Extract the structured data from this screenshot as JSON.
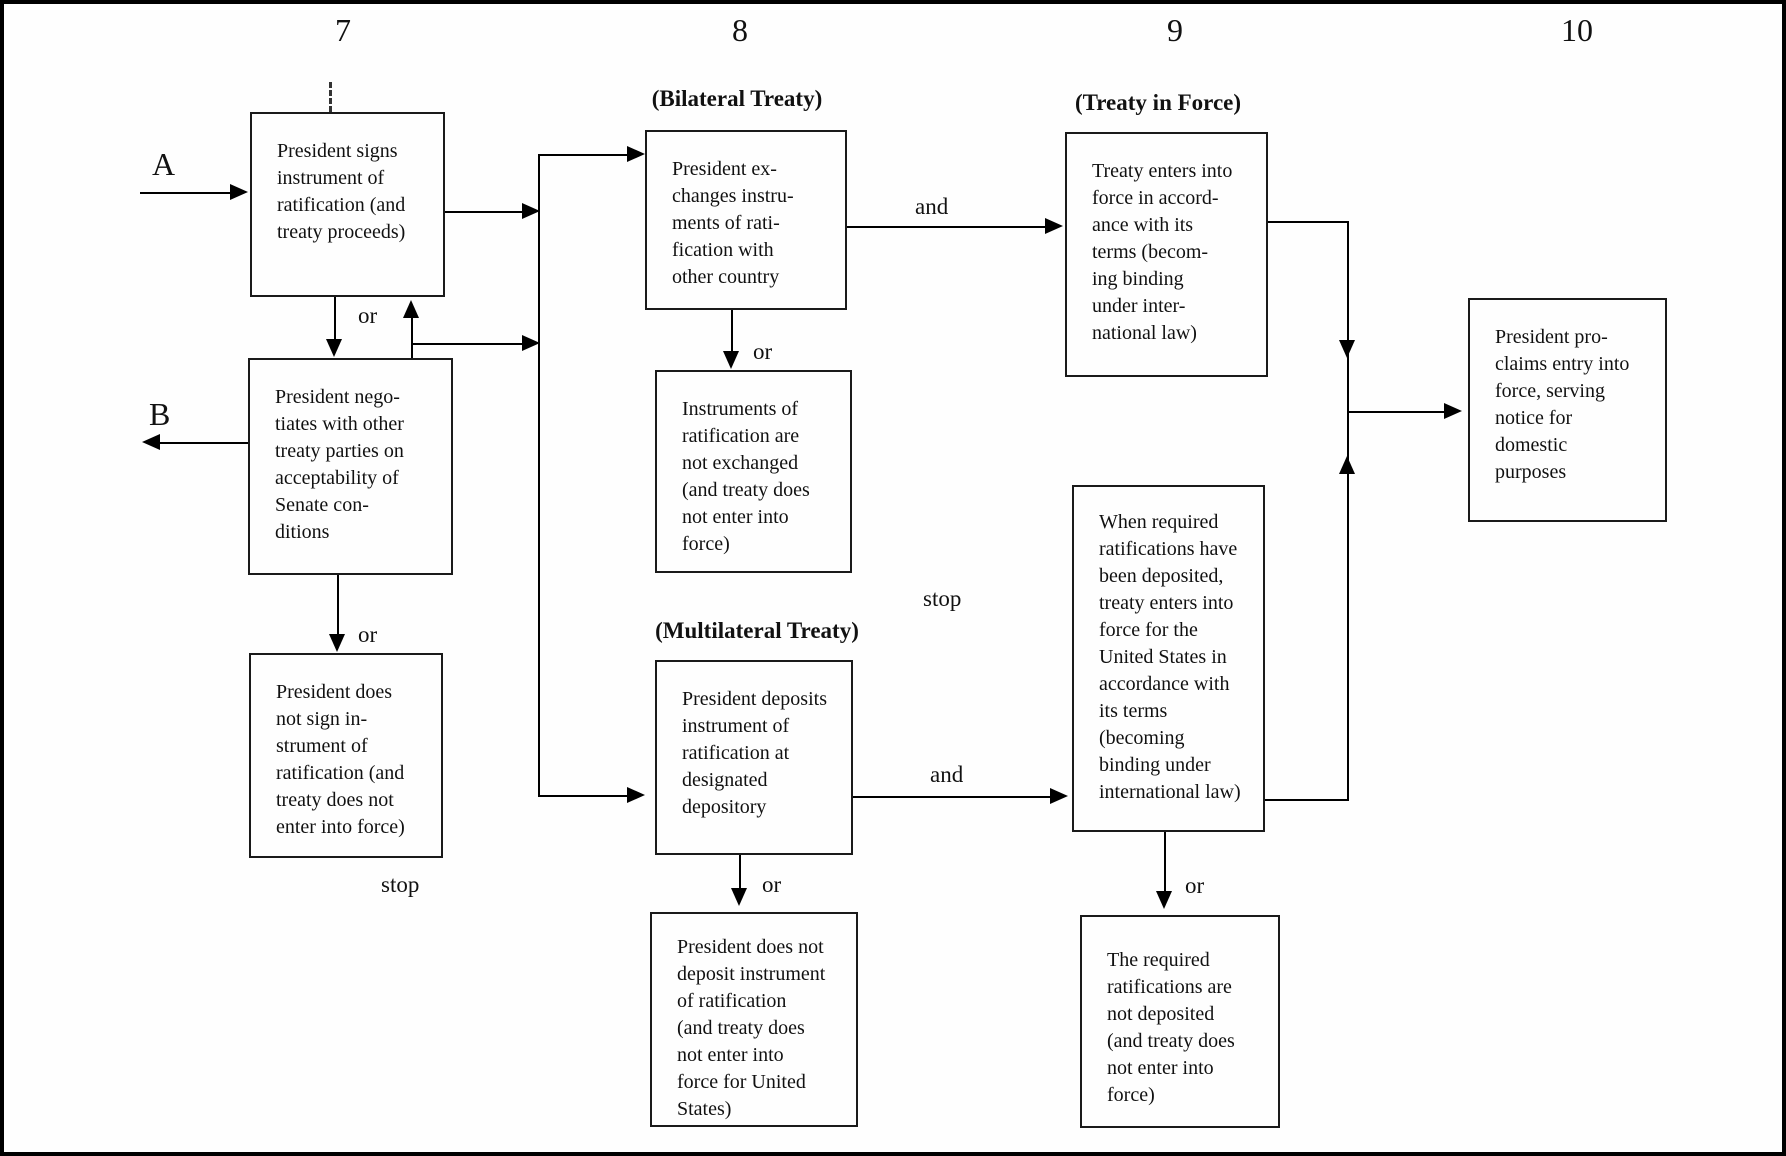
{
  "figure": {
    "column_numbers": [
      "7",
      "8",
      "9",
      "10"
    ],
    "section_titles": {
      "bilateral": "(Bilateral Treaty)",
      "treaty_in_force": "(Treaty in Force)",
      "multilateral": "(Multilateral Treaty)"
    },
    "boxes": {
      "signs": "President signs\ninstrument of\nratification (and\ntreaty proceeds)",
      "negotiates": "President nego-\ntiates with other\ntreaty parties on\nacceptability of\nSenate con-\nditions",
      "not_sign": "President does\nnot sign in-\nstrument of\nratification (and\ntreaty does not\nenter into force)",
      "exchanges": "President ex-\nchanges instru-\nments of rati-\nfication with\nother country",
      "not_exchanged": "Instruments of\nratification are\nnot exchanged\n(and treaty does\nnot enter into\nforce)",
      "deposits": "President deposits\ninstrument of\nratification at\ndesignated\ndepository",
      "not_deposit": "President does not\ndeposit instrument\nof ratification\n(and treaty does\nnot enter into\nforce for United\nStates)",
      "enters_force": "Treaty enters into\nforce in accord-\nance with its\nterms (becom-\ning binding\nunder inter-\nnational law)",
      "when_required": "When required\nratifications have\nbeen deposited,\ntreaty enters into\nforce for the\nUnited States in\naccordance with\nits terms\n(becoming\nbinding under\ninternational law)",
      "not_deposited": "The required\nratifications are\nnot deposited\n(and treaty does\nnot enter into\nforce)",
      "proclaims": "President pro-\nclaims entry into\nforce, serving\nnotice for\ndomestic\npurposes"
    },
    "labels": {
      "a": "A",
      "b": "B",
      "or": "or",
      "and": "and",
      "stop": "stop"
    }
  }
}
